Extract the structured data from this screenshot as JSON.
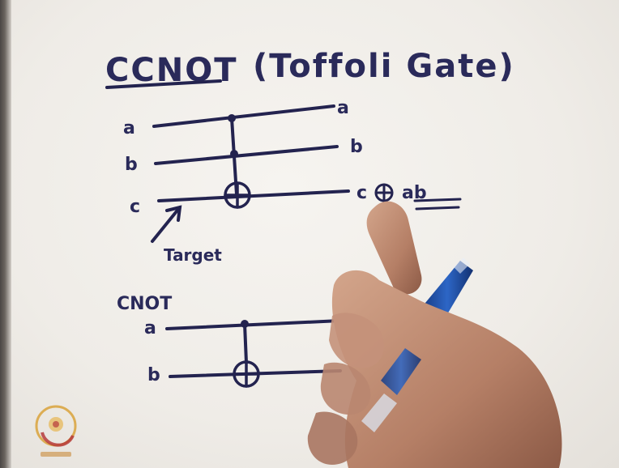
{
  "title": {
    "main": "CCNOT",
    "sub": "(Toffoli Gate)"
  },
  "toffoli": {
    "inputs": [
      "a",
      "b",
      "c"
    ],
    "outputs": [
      "a",
      "b"
    ],
    "output_c_prefix": "c",
    "output_c_suffix": "ab",
    "target_label": "Target"
  },
  "cnot": {
    "title": "CNOT",
    "inputs": [
      "a",
      "b"
    ]
  },
  "colors": {
    "ink": "#23234f",
    "paper": "#f1eee9",
    "skin": "#c08f75",
    "pen": "#1d4fa8"
  },
  "icons": [
    "circled-plus-icon",
    "logo-icon"
  ]
}
